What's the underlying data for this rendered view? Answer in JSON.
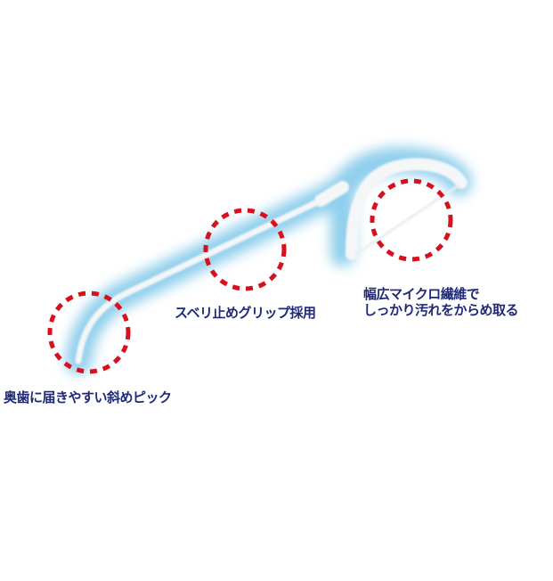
{
  "labels": {
    "fiber": [
      "幅広マイクロ繊維で",
      "しっかり汚れをからめ取る"
    ],
    "grip": "スベリ止めグリップ採用",
    "pick": "奥歯に届きやすい斜めピック"
  },
  "colors": {
    "text": "#1e2a78",
    "dash_circle": "#d9101c",
    "glow": "#8fcfec",
    "body": "#ffffff"
  }
}
